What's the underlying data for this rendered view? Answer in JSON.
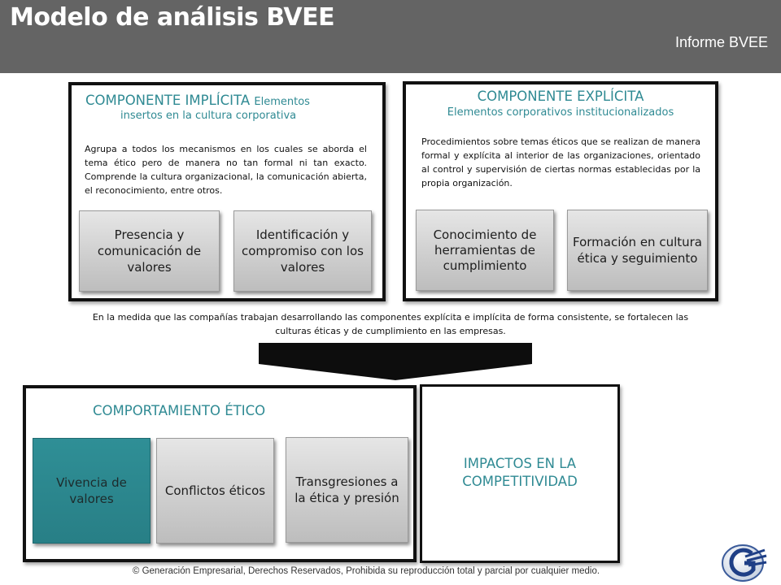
{
  "header": {
    "title": "Modelo de análisis BVEE",
    "subtitle": "Informe BVEE"
  },
  "implicit": {
    "heading": "COMPONENTE IMPLÍCITA",
    "subheading_inline": "Elementos",
    "subheading_rest": "insertos en la cultura corporativa",
    "description": "Agrupa a todos los mecanismos en los cuales se aborda el tema ético pero de manera no tan formal ni tan exacto. Comprende la cultura organizacional, la comunicación abierta, el reconocimiento, entre otros.",
    "boxes": [
      "Presencia y comunicación de valores",
      "Identificación y compromiso con los valores"
    ]
  },
  "explicit": {
    "heading": "COMPONENTE EXPLÍCITA",
    "subheading": "Elementos corporativos institucionalizados",
    "description": "Procedimientos sobre temas éticos que se realizan de manera formal y explícita al interior de las organizaciones, orientado al control y supervisión de ciertas normas establecidas por la propia organización.",
    "boxes": [
      "Conocimiento de herramientas de cumplimiento",
      "Formación en cultura ética y seguimiento"
    ]
  },
  "note": "En la medida que las compañías trabajan desarrollando las componentes explícita e implícita de forma consistente, se fortalecen las culturas éticas y de cumplimiento en las empresas.",
  "behavior": {
    "heading": "COMPORTAMIENTO ÉTICO",
    "boxes": [
      "Vivencia de valores",
      "Conflictos éticos",
      "Transgresiones a la ética y presión"
    ]
  },
  "impact": {
    "text": "IMPACTOS EN LA COMPETITIVIDAD"
  },
  "footer": "© Generación Empresarial, Derechos Reservados, Prohibida su reproducción total y parcial por cualquier medio.",
  "colors": {
    "header_bg": "#646464",
    "accent_teal": "#2f8a93",
    "active_box": "#2f8f96"
  },
  "icons": {
    "logo": "ge-logo-icon",
    "arrow": "merge-arrow-icon"
  }
}
